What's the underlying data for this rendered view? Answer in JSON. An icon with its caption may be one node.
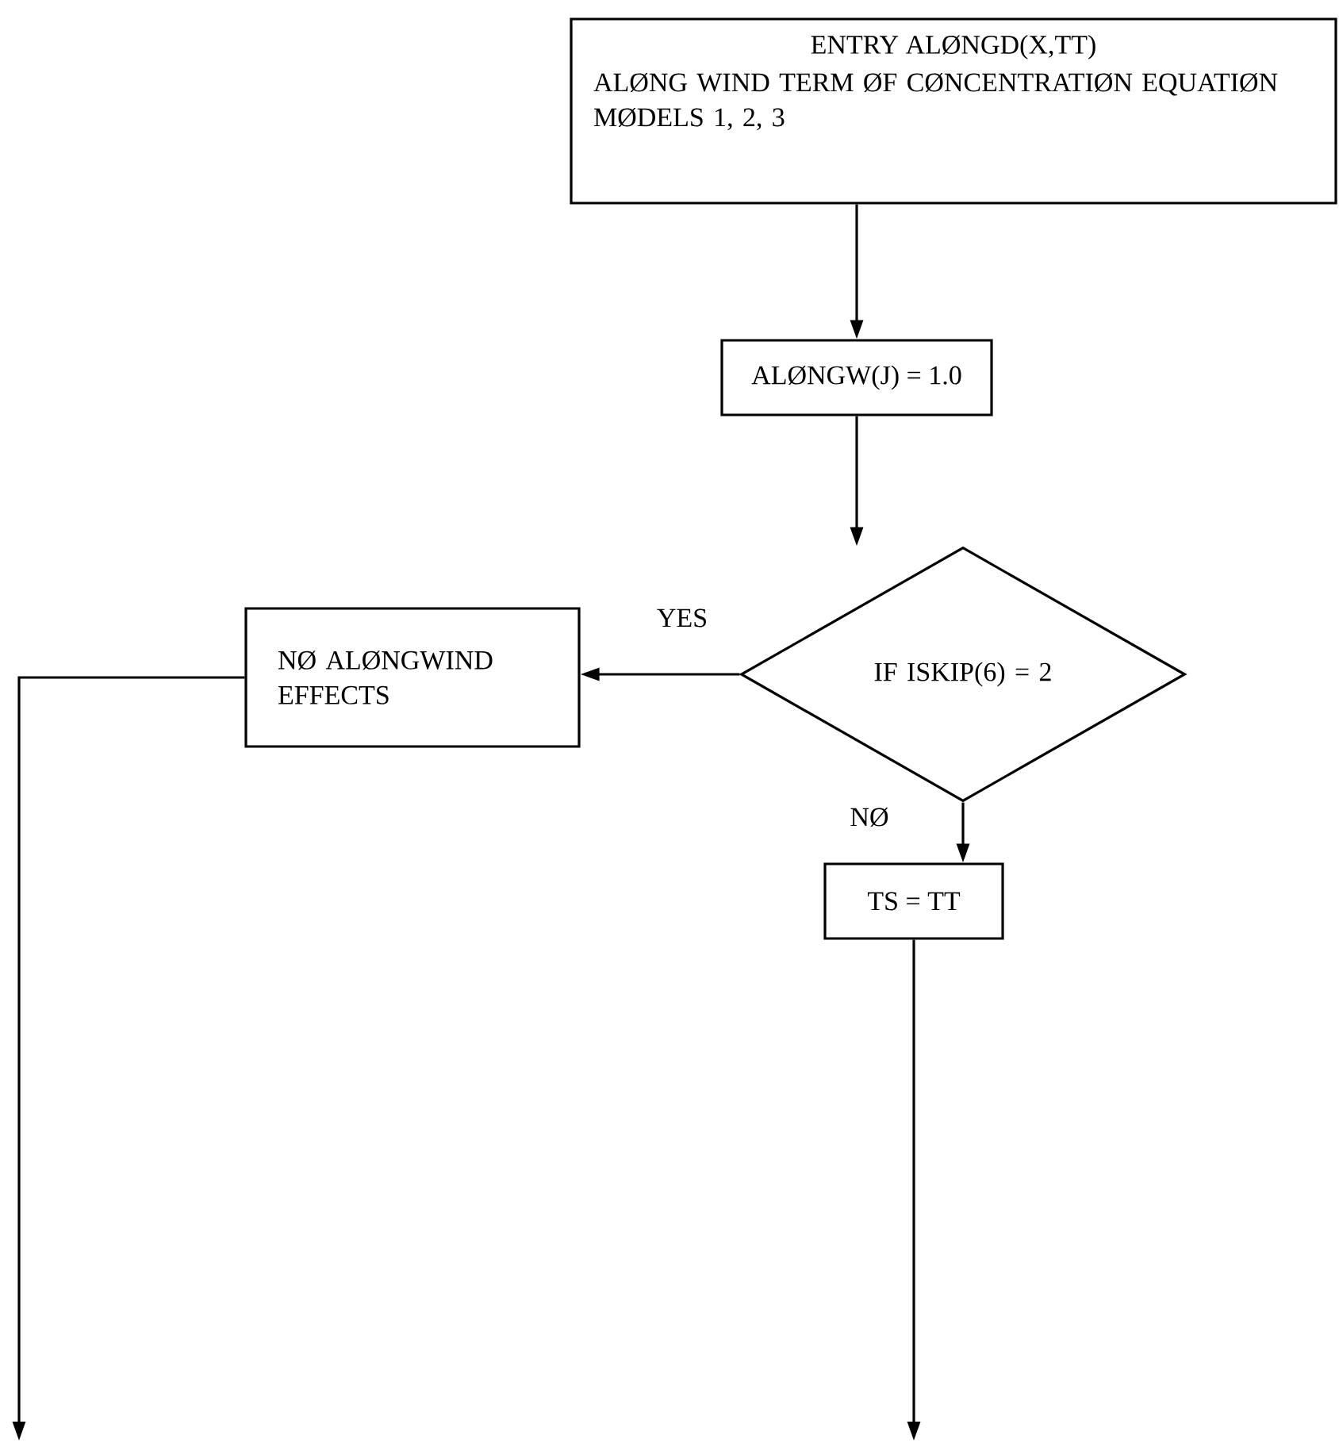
{
  "diagram": {
    "nodes": [
      {
        "text": [
          "ENTRY ALØNGD(X,TT)",
          "ALØNG WIND TERM ØF CØNCENTRATIØN EQUATIØN MØDELS 1, 2, 3"
        ]
      },
      {
        "text": [
          "ALØNGW(J) = 1.0"
        ]
      },
      {
        "text": [
          "IF ISKIP(6) = 2"
        ]
      },
      {
        "text": [
          "NØ ALØNGWIND EFFECTS"
        ]
      },
      {
        "text": [
          "TS = TT"
        ]
      }
    ],
    "edges": [
      {
        "from": 0,
        "to": 1,
        "arrow": "to"
      },
      {
        "from": 1,
        "to": 2,
        "arrow": "to"
      },
      {
        "from": 2,
        "to": 3,
        "arrow": "to",
        "label": "YES"
      },
      {
        "from": 2,
        "to": 4,
        "arrow": "to",
        "label": "NØ"
      },
      {
        "from": 3,
        "to": null,
        "arrow": "to"
      },
      {
        "from": 4,
        "to": null,
        "arrow": "to"
      }
    ]
  }
}
